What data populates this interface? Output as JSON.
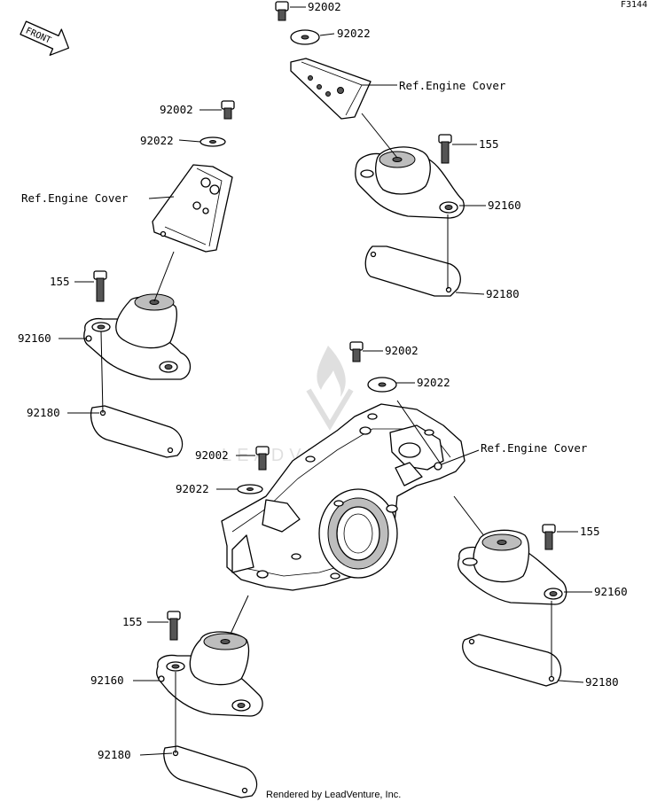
{
  "figure_code": "F3144",
  "front_label": "FRONT",
  "credit": "Rendered by LeadVenture, Inc.",
  "watermark": "LEADVENTURE",
  "callouts": {
    "tr_92002": "92002",
    "tr_92022": "92022",
    "tr_ref": "Ref.Engine Cover",
    "tr_155": "155",
    "tr_92160": "92160",
    "tr_92180": "92180",
    "tl_92002": "92002",
    "tl_92022": "92022",
    "tl_ref": "Ref.Engine Cover",
    "tl_155": "155",
    "tl_92160": "92160",
    "tl_92180": "92180",
    "c_92002": "92002",
    "c_92022": "92022",
    "c_ref": "Ref.Engine Cover",
    "cl_92002": "92002",
    "cl_92022": "92022",
    "br_155": "155",
    "br_92160": "92160",
    "br_92180": "92180",
    "bl_155": "155",
    "bl_92160": "92160",
    "bl_92180": "92180"
  }
}
